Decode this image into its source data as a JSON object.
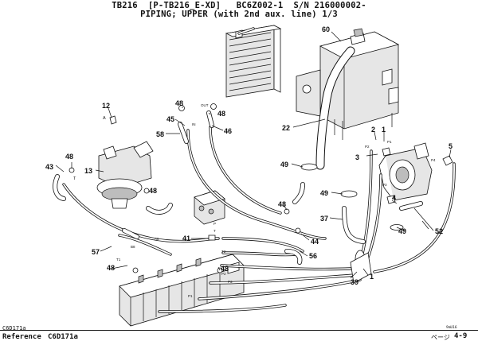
{
  "header": {
    "line1": "TB216  [P-TB216_E-XD]   BC6Z002-1  S/N 216000002-",
    "line2": "PIPING; UPPER (with 2nd aux. line) 1/3"
  },
  "callouts": [
    "60",
    "12",
    "48",
    "45",
    "58",
    "48",
    "46",
    "22",
    "2",
    "1",
    "3",
    "5",
    "48",
    "43",
    "13",
    "48",
    "49",
    "49",
    "48",
    "37",
    "4",
    "49",
    "52",
    "41",
    "44",
    "57",
    "48",
    "56",
    "48",
    "39",
    "1"
  ],
  "port_labels": {
    "a": "A",
    "t_left": "T",
    "out": "OUT",
    "in": "IN",
    "p2": "P2",
    "p1": "P1",
    "p4": "P4",
    "p3": "P3",
    "t_mid": "T",
    "p_mid": "P",
    "a8": "A8",
    "b8": "B8",
    "t1": "T1",
    "t2": "T2",
    "p3_low": "P3",
    "p2_low": "P2",
    "p1_low": "P1"
  },
  "footer": {
    "ref_left": "C6D171a",
    "ref_label": "Reference",
    "ref_code": "C6D171a",
    "page_label": "ページ",
    "page_num": "4-9",
    "corner_mark": "9mU16"
  }
}
